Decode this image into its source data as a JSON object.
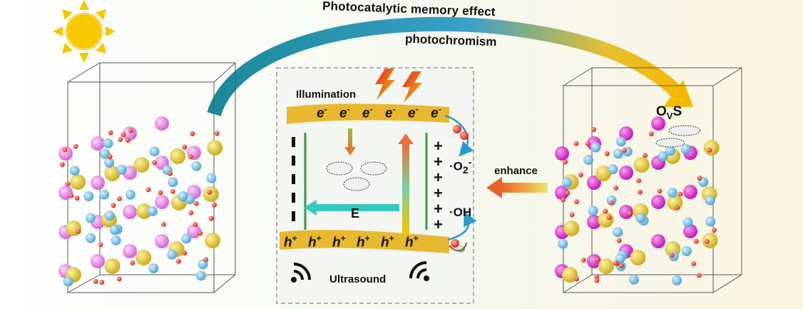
{
  "labels": {
    "memory_effect": "Photocatalytic memory effect",
    "photochromism": "photochromism",
    "illumination": "Illumination",
    "ultrasound": "Ultrasound",
    "enhance": "enhance",
    "field": "E",
    "vacancy_main": "O",
    "vacancy_sub": "V",
    "vacancy_suffix": "S",
    "superoxide_main": "·O",
    "superoxide_sub": "2",
    "superoxide_sup": "-",
    "hydroxyl": "·OH"
  },
  "electrons": [
    {
      "symbol": "e",
      "charge": "-"
    },
    {
      "symbol": "e",
      "charge": "-"
    },
    {
      "symbol": "e",
      "charge": "-"
    },
    {
      "symbol": "e",
      "charge": "-"
    },
    {
      "symbol": "e",
      "charge": "-"
    },
    {
      "symbol": "e",
      "charge": "-"
    }
  ],
  "holes": [
    {
      "symbol": "h",
      "charge": "+"
    },
    {
      "symbol": "h",
      "charge": "+"
    },
    {
      "symbol": "h",
      "charge": "+"
    },
    {
      "symbol": "h",
      "charge": "+"
    },
    {
      "symbol": "h",
      "charge": "+"
    },
    {
      "symbol": "h",
      "charge": "+"
    }
  ],
  "plus_signs": [
    "+",
    "+",
    "+",
    "+",
    "+",
    "+"
  ],
  "colors": {
    "sun": "#f7c600",
    "band": "#e8b830",
    "atom_pink": "#e070e0",
    "atom_magenta": "#e020c8",
    "atom_gold": "#d8c030",
    "atom_blue": "#60b8e0",
    "atom_red": "#e03020",
    "arrow_teal": "#36c7c0"
  },
  "icons": [
    "sun-icon",
    "lightning-icon",
    "ultrasound-icon",
    "oxygen-vacancy-icon"
  ]
}
